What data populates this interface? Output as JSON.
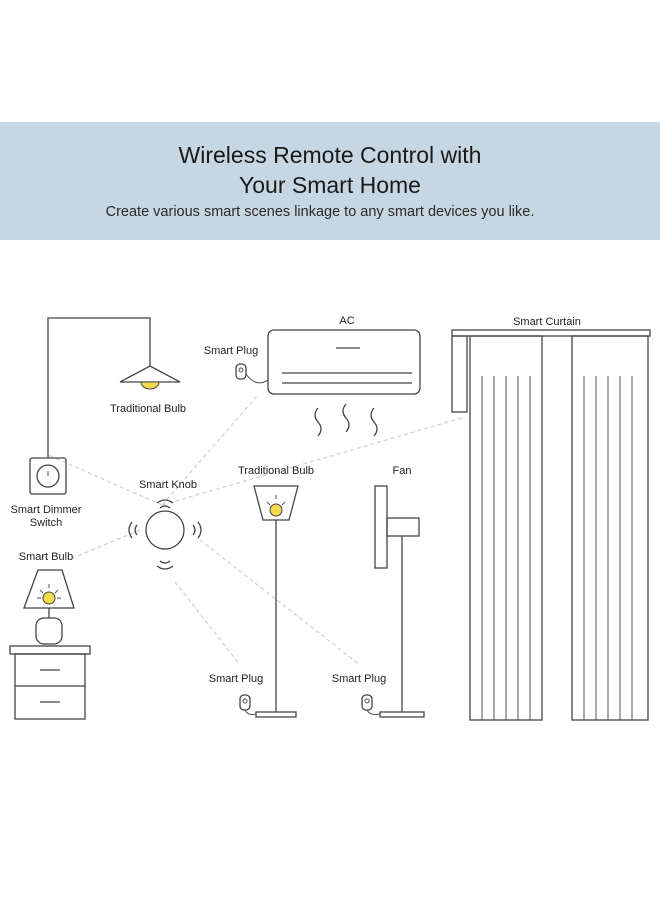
{
  "header": {
    "title_line1": "Wireless Remote Control with",
    "title_line2": "Your Smart Home",
    "subtitle": "Create various smart scenes linkage to any smart devices you like."
  },
  "labels": {
    "traditional_bulb_ceiling": "Traditional Bulb",
    "smart_plug_ac": "Smart Plug",
    "ac": "AC",
    "smart_curtain": "Smart Curtain",
    "smart_knob": "Smart Knob",
    "traditional_bulb_floor": "Traditional Bulb",
    "fan": "Fan",
    "smart_dimmer_line1": "Smart Dimmer",
    "smart_dimmer_line2": "Switch",
    "smart_bulb": "Smart Bulb",
    "smart_plug_lamp": "Smart Plug",
    "smart_plug_fan": "Smart Plug"
  },
  "colors": {
    "banner": "#c6d7e3",
    "bulb": "#f5d94e",
    "line": "#444444",
    "dashed_link": "#cfcfcf"
  }
}
